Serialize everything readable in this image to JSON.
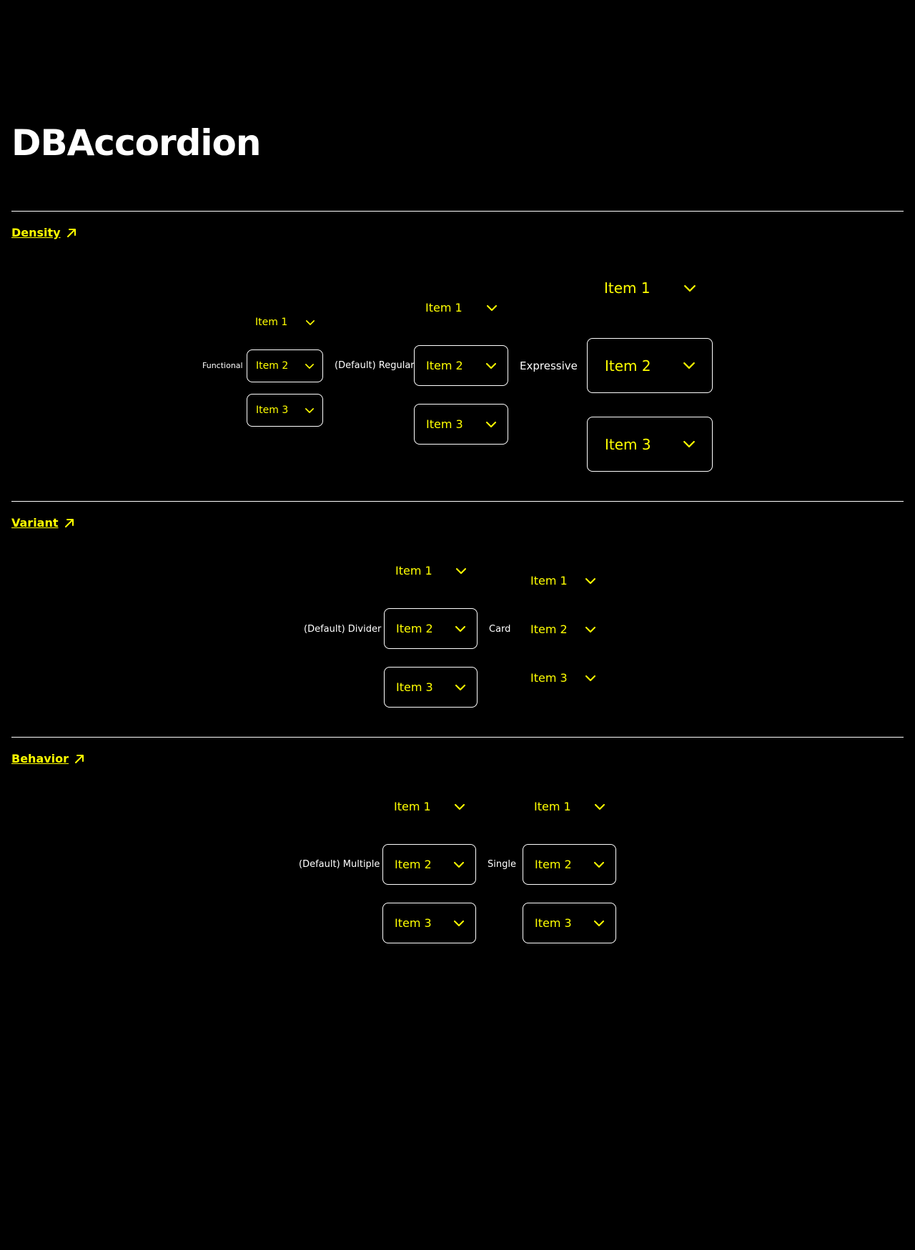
{
  "page": {
    "title": "DBAccordion"
  },
  "colors": {
    "background": "#000000",
    "accent": "#ffff00",
    "text": "#ffffff"
  },
  "icons": {
    "link": "arrow-up-right-icon",
    "toggle": "chevron-down-icon"
  },
  "sections": {
    "density": {
      "link_label": "Density",
      "functional": {
        "label": "Functional",
        "items": [
          "Item 1",
          "Item 2",
          "Item 3"
        ]
      },
      "regular": {
        "label": "(Default) Regular",
        "items": [
          "Item 1",
          "Item 2",
          "Item 3"
        ]
      },
      "expressive": {
        "label": "Expressive",
        "items": [
          "Item 1",
          "Item 2",
          "Item 3"
        ]
      }
    },
    "variant": {
      "link_label": "Variant",
      "divider": {
        "label": "(Default) Divider",
        "items": [
          "Item 1",
          "Item 2",
          "Item 3"
        ]
      },
      "card": {
        "label": "Card",
        "items": [
          "Item 1",
          "Item 2",
          "Item 3"
        ]
      }
    },
    "behavior": {
      "link_label": "Behavior",
      "multiple": {
        "label": "(Default) Multiple",
        "items": [
          "Item 1",
          "Item 2",
          "Item 3"
        ]
      },
      "single": {
        "label": "Single",
        "items": [
          "Item 1",
          "Item 2",
          "Item 3"
        ]
      }
    }
  }
}
